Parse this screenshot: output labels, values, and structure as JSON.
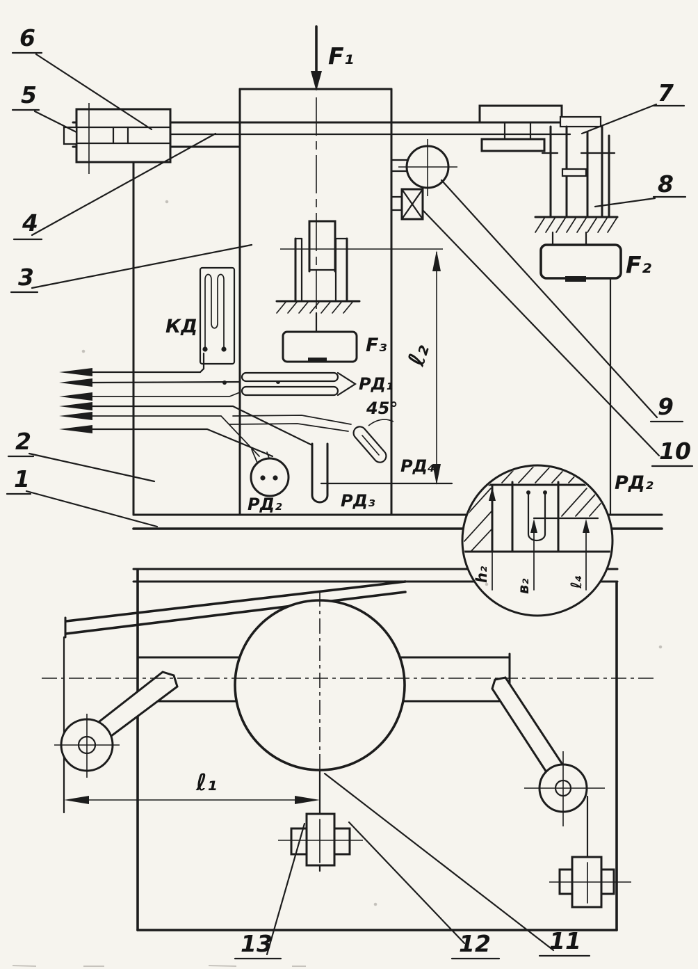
{
  "diagram": {
    "forces": {
      "f1": "F₁",
      "f2": "F₂",
      "f3": "F₃"
    },
    "sensors": {
      "kd": "КД",
      "rd1": "РД₁",
      "rd2": "РД₂",
      "rd3": "РД₃",
      "rd4": "РД₄",
      "rd2_inset": "РД₂"
    },
    "dimensions": {
      "l1": "ℓ₁",
      "l2": "ℓ₂",
      "angle": "45°",
      "inset_h2": "h₂",
      "inset_v2": "в₂",
      "inset_l4": "ℓ₄"
    },
    "callouts": {
      "c1": "1",
      "c2": "2",
      "c3": "3",
      "c4": "4",
      "c5": "5",
      "c6": "6",
      "c7": "7",
      "c8": "8",
      "c9": "9",
      "c10": "10",
      "c11": "11",
      "c12": "12",
      "c13": "13"
    },
    "ink_color": "#1c1c1c",
    "paper_color": "#f6f4ee"
  }
}
